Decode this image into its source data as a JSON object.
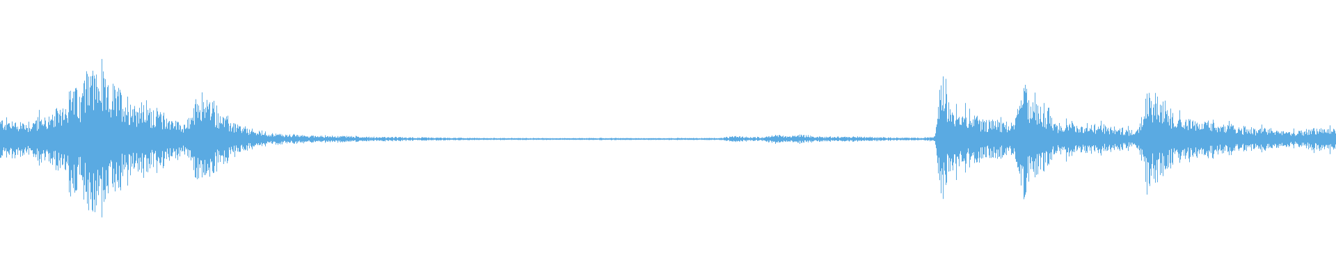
{
  "waveform": {
    "color": "#5aaae2",
    "background": "#ffffff",
    "peaks": [
      [
        0.0,
        0.16
      ],
      [
        0.02,
        0.14
      ],
      [
        0.03,
        0.18
      ],
      [
        0.04,
        0.19
      ],
      [
        0.05,
        0.35
      ],
      [
        0.055,
        0.45
      ],
      [
        0.06,
        0.28
      ],
      [
        0.065,
        0.7
      ],
      [
        0.07,
        0.55
      ],
      [
        0.08,
        0.42
      ],
      [
        0.09,
        0.38
      ],
      [
        0.1,
        0.3
      ],
      [
        0.11,
        0.27
      ],
      [
        0.12,
        0.22
      ],
      [
        0.13,
        0.16
      ],
      [
        0.14,
        0.13
      ],
      [
        0.15,
        0.37
      ],
      [
        0.16,
        0.28
      ],
      [
        0.17,
        0.16
      ],
      [
        0.18,
        0.1
      ],
      [
        0.19,
        0.07
      ],
      [
        0.2,
        0.05
      ],
      [
        0.21,
        0.04
      ],
      [
        0.22,
        0.035
      ],
      [
        0.23,
        0.03
      ],
      [
        0.24,
        0.028
      ],
      [
        0.25,
        0.025
      ],
      [
        0.26,
        0.026
      ],
      [
        0.27,
        0.02
      ],
      [
        0.28,
        0.018
      ],
      [
        0.3,
        0.015
      ],
      [
        0.32,
        0.012
      ],
      [
        0.34,
        0.01
      ],
      [
        0.36,
        0.008
      ],
      [
        0.38,
        0.008
      ],
      [
        0.4,
        0.008
      ],
      [
        0.42,
        0.007
      ],
      [
        0.44,
        0.008
      ],
      [
        0.46,
        0.008
      ],
      [
        0.48,
        0.007
      ],
      [
        0.5,
        0.008
      ],
      [
        0.52,
        0.008
      ],
      [
        0.54,
        0.01
      ],
      [
        0.55,
        0.022
      ],
      [
        0.57,
        0.015
      ],
      [
        0.58,
        0.035
      ],
      [
        0.59,
        0.025
      ],
      [
        0.6,
        0.035
      ],
      [
        0.61,
        0.022
      ],
      [
        0.62,
        0.02
      ],
      [
        0.63,
        0.018
      ],
      [
        0.64,
        0.02
      ],
      [
        0.65,
        0.016
      ],
      [
        0.66,
        0.015
      ],
      [
        0.67,
        0.012
      ],
      [
        0.68,
        0.012
      ],
      [
        0.69,
        0.01
      ],
      [
        0.7,
        0.02
      ],
      [
        0.705,
        0.55
      ],
      [
        0.71,
        0.32
      ],
      [
        0.72,
        0.26
      ],
      [
        0.73,
        0.19
      ],
      [
        0.74,
        0.16
      ],
      [
        0.75,
        0.14
      ],
      [
        0.76,
        0.12
      ],
      [
        0.765,
        0.48
      ],
      [
        0.77,
        0.36
      ],
      [
        0.78,
        0.29
      ],
      [
        0.79,
        0.14
      ],
      [
        0.8,
        0.13
      ],
      [
        0.81,
        0.12
      ],
      [
        0.82,
        0.12
      ],
      [
        0.83,
        0.1
      ],
      [
        0.84,
        0.08
      ],
      [
        0.85,
        0.07
      ],
      [
        0.86,
        0.38
      ],
      [
        0.87,
        0.29
      ],
      [
        0.88,
        0.21
      ],
      [
        0.89,
        0.18
      ],
      [
        0.9,
        0.13
      ],
      [
        0.91,
        0.14
      ],
      [
        0.92,
        0.11
      ],
      [
        0.93,
        0.1
      ],
      [
        0.94,
        0.09
      ],
      [
        0.95,
        0.08
      ],
      [
        0.96,
        0.07
      ],
      [
        0.97,
        0.06
      ],
      [
        0.98,
        0.08
      ],
      [
        0.99,
        0.09
      ],
      [
        1.0,
        0.09
      ]
    ]
  }
}
